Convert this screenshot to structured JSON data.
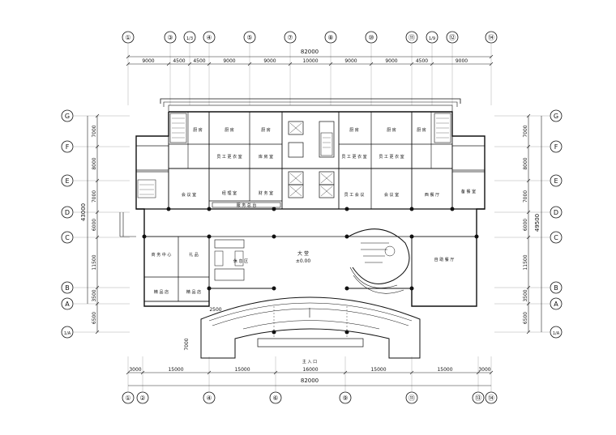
{
  "grid": {
    "top_axes": [
      "①",
      "③",
      "1/3",
      "④",
      "⑤",
      "⑦",
      "⑧",
      "⑩",
      "⑪",
      "1/9",
      "⑫",
      "⑭"
    ],
    "bottom_axes": [
      "①",
      "②",
      "④",
      "⑥",
      "⑨",
      "⑪",
      "⑬",
      "⑭"
    ],
    "left_rows": [
      "G",
      "F",
      "E",
      "D",
      "C",
      "B",
      "A",
      "1/A"
    ],
    "right_rows": [
      "G",
      "F",
      "E",
      "D",
      "C",
      "B",
      "A",
      "1/A"
    ]
  },
  "dims": {
    "top_total": "82000",
    "top_segments": [
      "9000",
      "4500",
      "4500",
      "9000",
      "9000",
      "10000",
      "9000",
      "9000",
      "4500",
      "9000"
    ],
    "bottom_total": "82000",
    "bottom_segments": [
      "3000",
      "15000",
      "15000",
      "16000",
      "15000",
      "15000",
      "3000"
    ],
    "left_total": "43000",
    "left_segments": [
      "7000",
      "8000",
      "7000",
      "6000",
      "11500",
      "3500",
      "6500"
    ],
    "right_total": "49500",
    "right_segments": [
      "7000",
      "8000",
      "7000",
      "6000",
      "11500",
      "3500",
      "6500"
    ],
    "entrance_depth": "7000",
    "porch_offset": "2500"
  },
  "rooms": {
    "top_row": [
      "厨 房",
      "厨 房",
      "厨 房",
      "厨 房",
      "厨 房",
      "厨 房"
    ],
    "mid_row": [
      "员 工 更 衣 室",
      "库 房 室",
      "员 工 更 衣 室",
      "员 工 更 衣 室"
    ],
    "left_meeting": "会 议 室",
    "office1": "经 理 室",
    "office2": "财 务 室",
    "service_desk": "服 务 总 台",
    "right_meeting1": "员 工 会 议",
    "right_meeting2": "会 议 室",
    "dining": "西 餐 厅",
    "dining_small": "备 餐 室",
    "business_center": "商 务 中 心",
    "shop1": "礼 品",
    "shop2": "精 品 店",
    "shop3": "精 品 店",
    "rest_area": "休 息 区",
    "lobby": "大 堂",
    "lobby_level": "±0.00",
    "restaurant": "自 助 餐 厅",
    "main_entrance": "主 入 口"
  }
}
